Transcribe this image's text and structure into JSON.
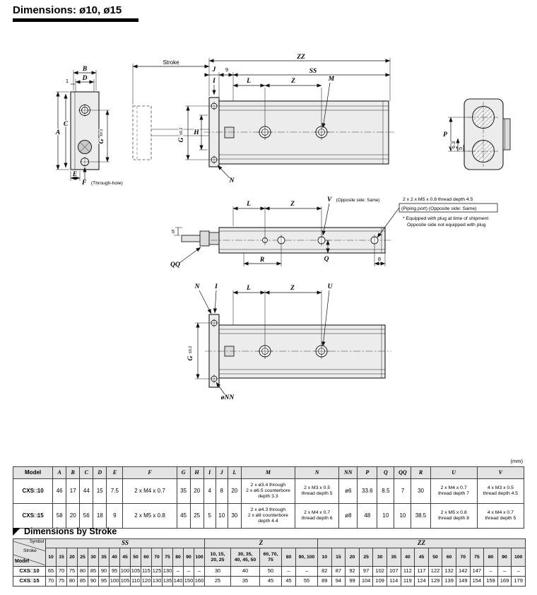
{
  "page": {
    "title": "Dimensions: ø10, ø15",
    "units": "(mm)",
    "stroke_section_title": "Dimensions by Stroke"
  },
  "drawing": {
    "front_plate": {
      "b": "B",
      "d": "D",
      "one": "1",
      "a": "A",
      "c": "C",
      "g": "G",
      "g_tol": "±0.2",
      "e": "E",
      "f": "F",
      "f_note": "(Through-hole)"
    },
    "top_view": {
      "stroke": "Stroke",
      "zz": "ZZ",
      "j": "J",
      "nine": "9",
      "ss": "SS",
      "i": "I",
      "l": "L",
      "z": "Z",
      "m": "M",
      "h": "H",
      "g": "G",
      "g_tol": "±0.2",
      "n": "N"
    },
    "end_view": {
      "p": "P",
      "six_three": "6.3",
      "five": "5"
    },
    "side_view": {
      "l": "L",
      "z": "Z",
      "v": "V",
      "v_note": "(Opposite side: Same)",
      "thread_note": "2 x 2 x M5 x 0.8 thread depth 4.5",
      "piping_note": "(Piping port) (Opposite side: Same)",
      "plug_note_1": "* Equipped with plug at time of shipment",
      "plug_note_2": "Opposite side not equipped with plug",
      "five": "5",
      "qq": "QQ",
      "r": "R",
      "q": "Q",
      "eight": "8"
    },
    "bottom_view": {
      "n": "N",
      "i": "I",
      "l": "L",
      "z": "Z",
      "u": "U",
      "g": "G",
      "g_tol": "±0.2",
      "nn": "øNN"
    }
  },
  "dim_table": {
    "headers": [
      "Model",
      "A",
      "B",
      "C",
      "D",
      "E",
      "F",
      "G",
      "H",
      "I",
      "J",
      "L",
      "M",
      "N",
      "NN",
      "P",
      "Q",
      "QQ",
      "R",
      "U",
      "V"
    ],
    "rows": [
      {
        "model": "CXS□10",
        "values": [
          "46",
          "17",
          "44",
          "15",
          "7.5",
          "2 x M4 x 0.7",
          "35",
          "20",
          "4",
          "8",
          "20",
          "2 x ø3.4 through\n2 x ø6.5 counterbore depth 3.3",
          "2 x M3 x 0.5\nthread depth 5",
          "ø6",
          "33.6",
          "8.5",
          "7",
          "30",
          "2 x M4 x 0.7\nthread depth 7",
          "4 x M3 x 0.5\nthread depth 4.5"
        ]
      },
      {
        "model": "CXS□15",
        "values": [
          "58",
          "20",
          "56",
          "18",
          "9",
          "2 x M5 x 0.8",
          "45",
          "25",
          "5",
          "10",
          "30",
          "2 x ø4.3 through\n2 x ø8 counterbore depth 4.4",
          "2 x M4 x 0.7\nthread depth 6",
          "ø8",
          "48",
          "10",
          "10",
          "38.5",
          "2 x M5 x 0.8\nthread depth 8",
          "4 x M4 x 0.7\nthread depth 5"
        ]
      }
    ]
  },
  "stroke_table": {
    "corner": {
      "symbol": "Symbol",
      "stroke": "Stroke",
      "model": "Model"
    },
    "group_labels": [
      "SS",
      "Z",
      "ZZ"
    ],
    "ss_strokes": [
      "10",
      "15",
      "20",
      "25",
      "30",
      "35",
      "40",
      "45",
      "50",
      "60",
      "70",
      "75",
      "80",
      "90",
      "100"
    ],
    "z_strokes": [
      "10, 15,\n20, 25",
      "30, 35,\n40, 45, 50",
      "60, 70, 75",
      "80",
      "90, 100"
    ],
    "zz_strokes": [
      "10",
      "15",
      "20",
      "25",
      "30",
      "35",
      "40",
      "45",
      "50",
      "60",
      "70",
      "75",
      "80",
      "90",
      "100"
    ],
    "rows": [
      {
        "model": "CXS□10",
        "ss": [
          "65",
          "70",
          "75",
          "80",
          "85",
          "90",
          "95",
          "100",
          "105",
          "115",
          "125",
          "130",
          "–",
          "–",
          "–"
        ],
        "z": [
          "30",
          "40",
          "50",
          "–",
          "–"
        ],
        "zz": [
          "82",
          "87",
          "92",
          "97",
          "102",
          "107",
          "112",
          "117",
          "122",
          "132",
          "142",
          "147",
          "–",
          "–",
          "–"
        ]
      },
      {
        "model": "CXS□15",
        "ss": [
          "70",
          "75",
          "80",
          "85",
          "90",
          "95",
          "100",
          "105",
          "110",
          "120",
          "130",
          "135",
          "140",
          "150",
          "160"
        ],
        "z": [
          "25",
          "35",
          "45",
          "45",
          "55"
        ],
        "zz": [
          "89",
          "94",
          "99",
          "104",
          "109",
          "114",
          "119",
          "124",
          "129",
          "139",
          "149",
          "154",
          "159",
          "169",
          "179"
        ]
      }
    ]
  }
}
